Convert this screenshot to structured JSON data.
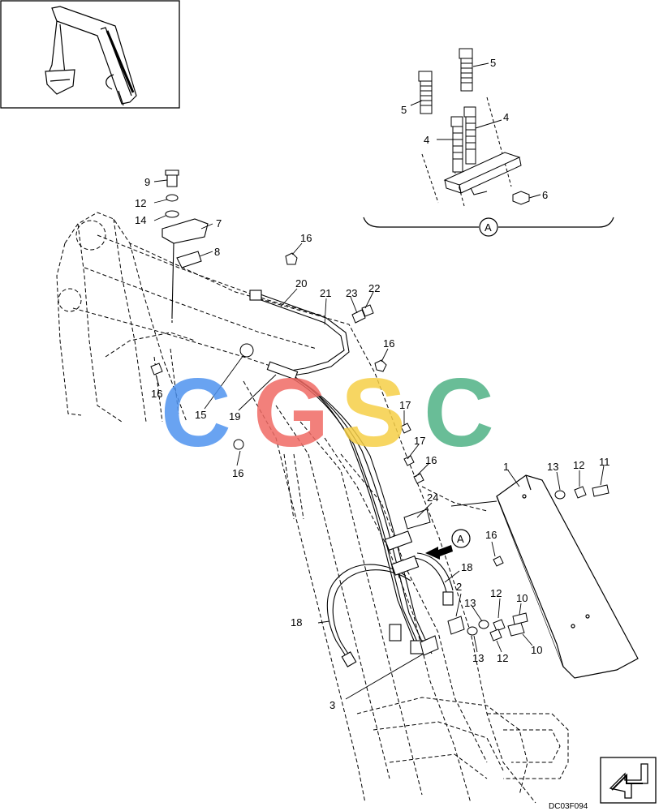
{
  "drawing_code": "DC03F094",
  "detail_label": "A",
  "watermark": {
    "letters": [
      "C",
      "G",
      "S",
      "C"
    ],
    "colors": [
      "#4f93ef",
      "#f06a64",
      "#f6cf47",
      "#4fb286"
    ]
  },
  "callouts": {
    "c9": "9",
    "c12a": "12",
    "c14": "14",
    "c7": "7",
    "c8": "8",
    "c16a": "16",
    "c20": "20",
    "c21": "21",
    "c23": "23",
    "c22": "22",
    "c16b": "16",
    "c16c": "16",
    "c15": "15",
    "c19": "19",
    "c17a": "17",
    "c16d": "16",
    "c17b": "17",
    "c16e": "16",
    "c1": "1",
    "c13a": "13",
    "c12b": "12",
    "c11": "11",
    "c24": "24",
    "c16f": "16",
    "c18a": "18",
    "c2": "2",
    "c13b": "13",
    "c12c": "12",
    "c10a": "10",
    "c18b": "18",
    "c13c": "13",
    "c12d": "12",
    "c10b": "10",
    "c3": "3",
    "c5a": "5",
    "c5b": "5",
    "c4a": "4",
    "c4b": "4",
    "c6": "6"
  },
  "icons": {
    "thumbnail": "excavator-arm-thumbnail",
    "nav": "direction-arrow-icon"
  }
}
